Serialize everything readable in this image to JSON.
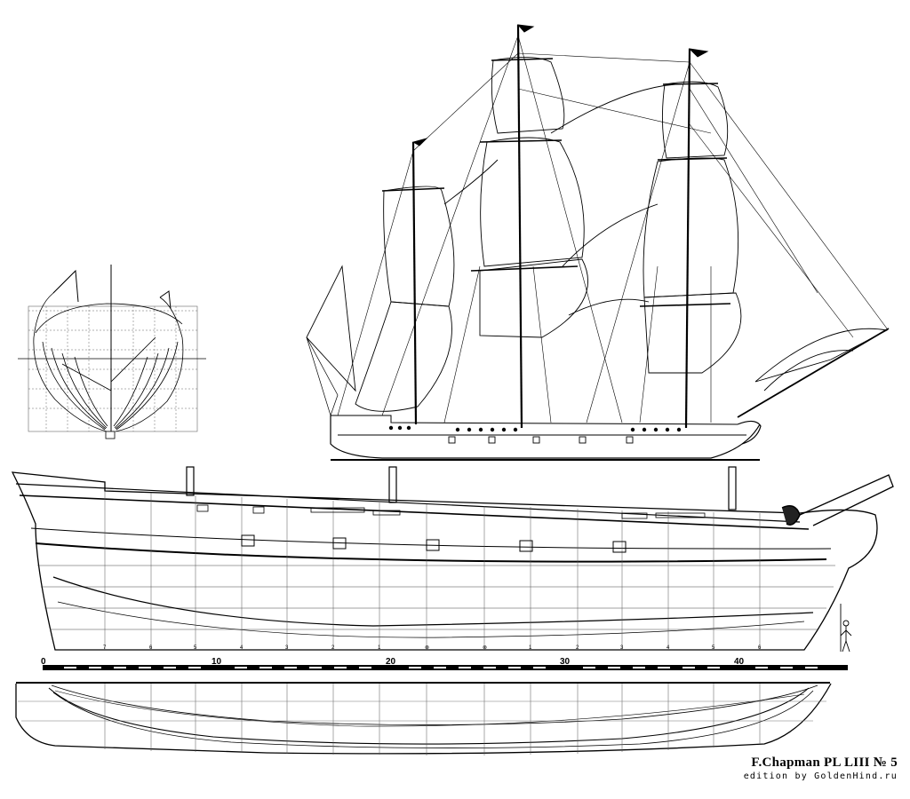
{
  "plate": {
    "caption": "F.Chapman PL LIII  № 5",
    "credit": "edition by GoldenHind.ru"
  },
  "scale_bar": {
    "labels": [
      "0",
      "10",
      "20",
      "30",
      "40"
    ]
  },
  "views": {
    "body_plan": "body-plan",
    "sail_plan": "sail-plan",
    "sheer_plan": "sheer-plan",
    "half_breadth_plan": "half-breadth-plan"
  },
  "colors": {
    "ink": "#000000",
    "paper": "#ffffff",
    "grid": "#555555"
  }
}
